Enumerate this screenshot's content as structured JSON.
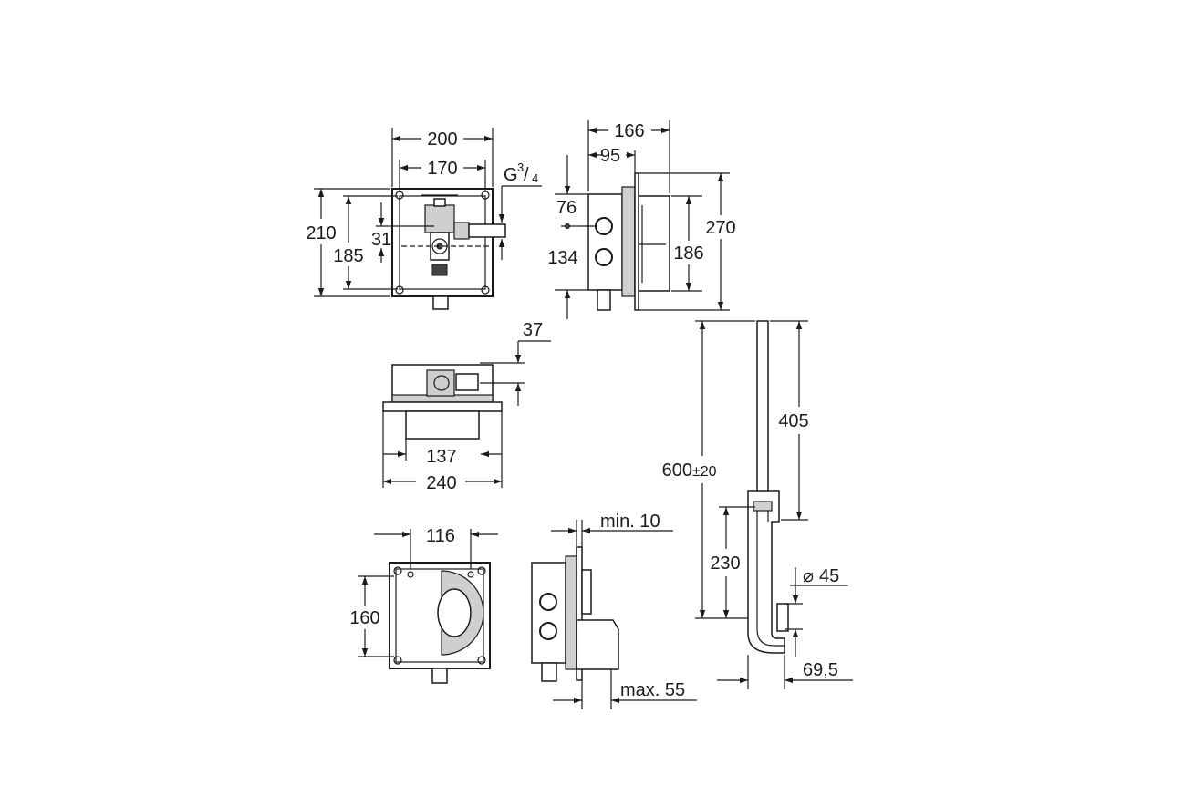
{
  "colors": {
    "line": "#1a1a1a",
    "background": "#ffffff",
    "fill_grey": "#cfcfcf"
  },
  "front_view": {
    "width_outer": "200",
    "width_inner": "170",
    "connection_thread": "G",
    "thread_num": "3",
    "thread_den": "4",
    "height_outer": "210",
    "height_inner": "185",
    "offset": "31"
  },
  "side_view": {
    "depth_total": "166",
    "depth_box": "95",
    "upper_hole": "76",
    "lower_hole": "134",
    "frame_height": "270",
    "inner_height": "186"
  },
  "top_view": {
    "offset": "37",
    "inner_width": "137",
    "outer_width": "240"
  },
  "rear_view": {
    "width": "116",
    "height": "160"
  },
  "wall_view": {
    "min_depth": "min. 10",
    "max_depth": "max. 55"
  },
  "pipe": {
    "length": "600",
    "tolerance": "±20",
    "upper": "405",
    "lower": "230",
    "diameter_symbol": "⌀",
    "diameter": "45",
    "offset": "69,5"
  }
}
